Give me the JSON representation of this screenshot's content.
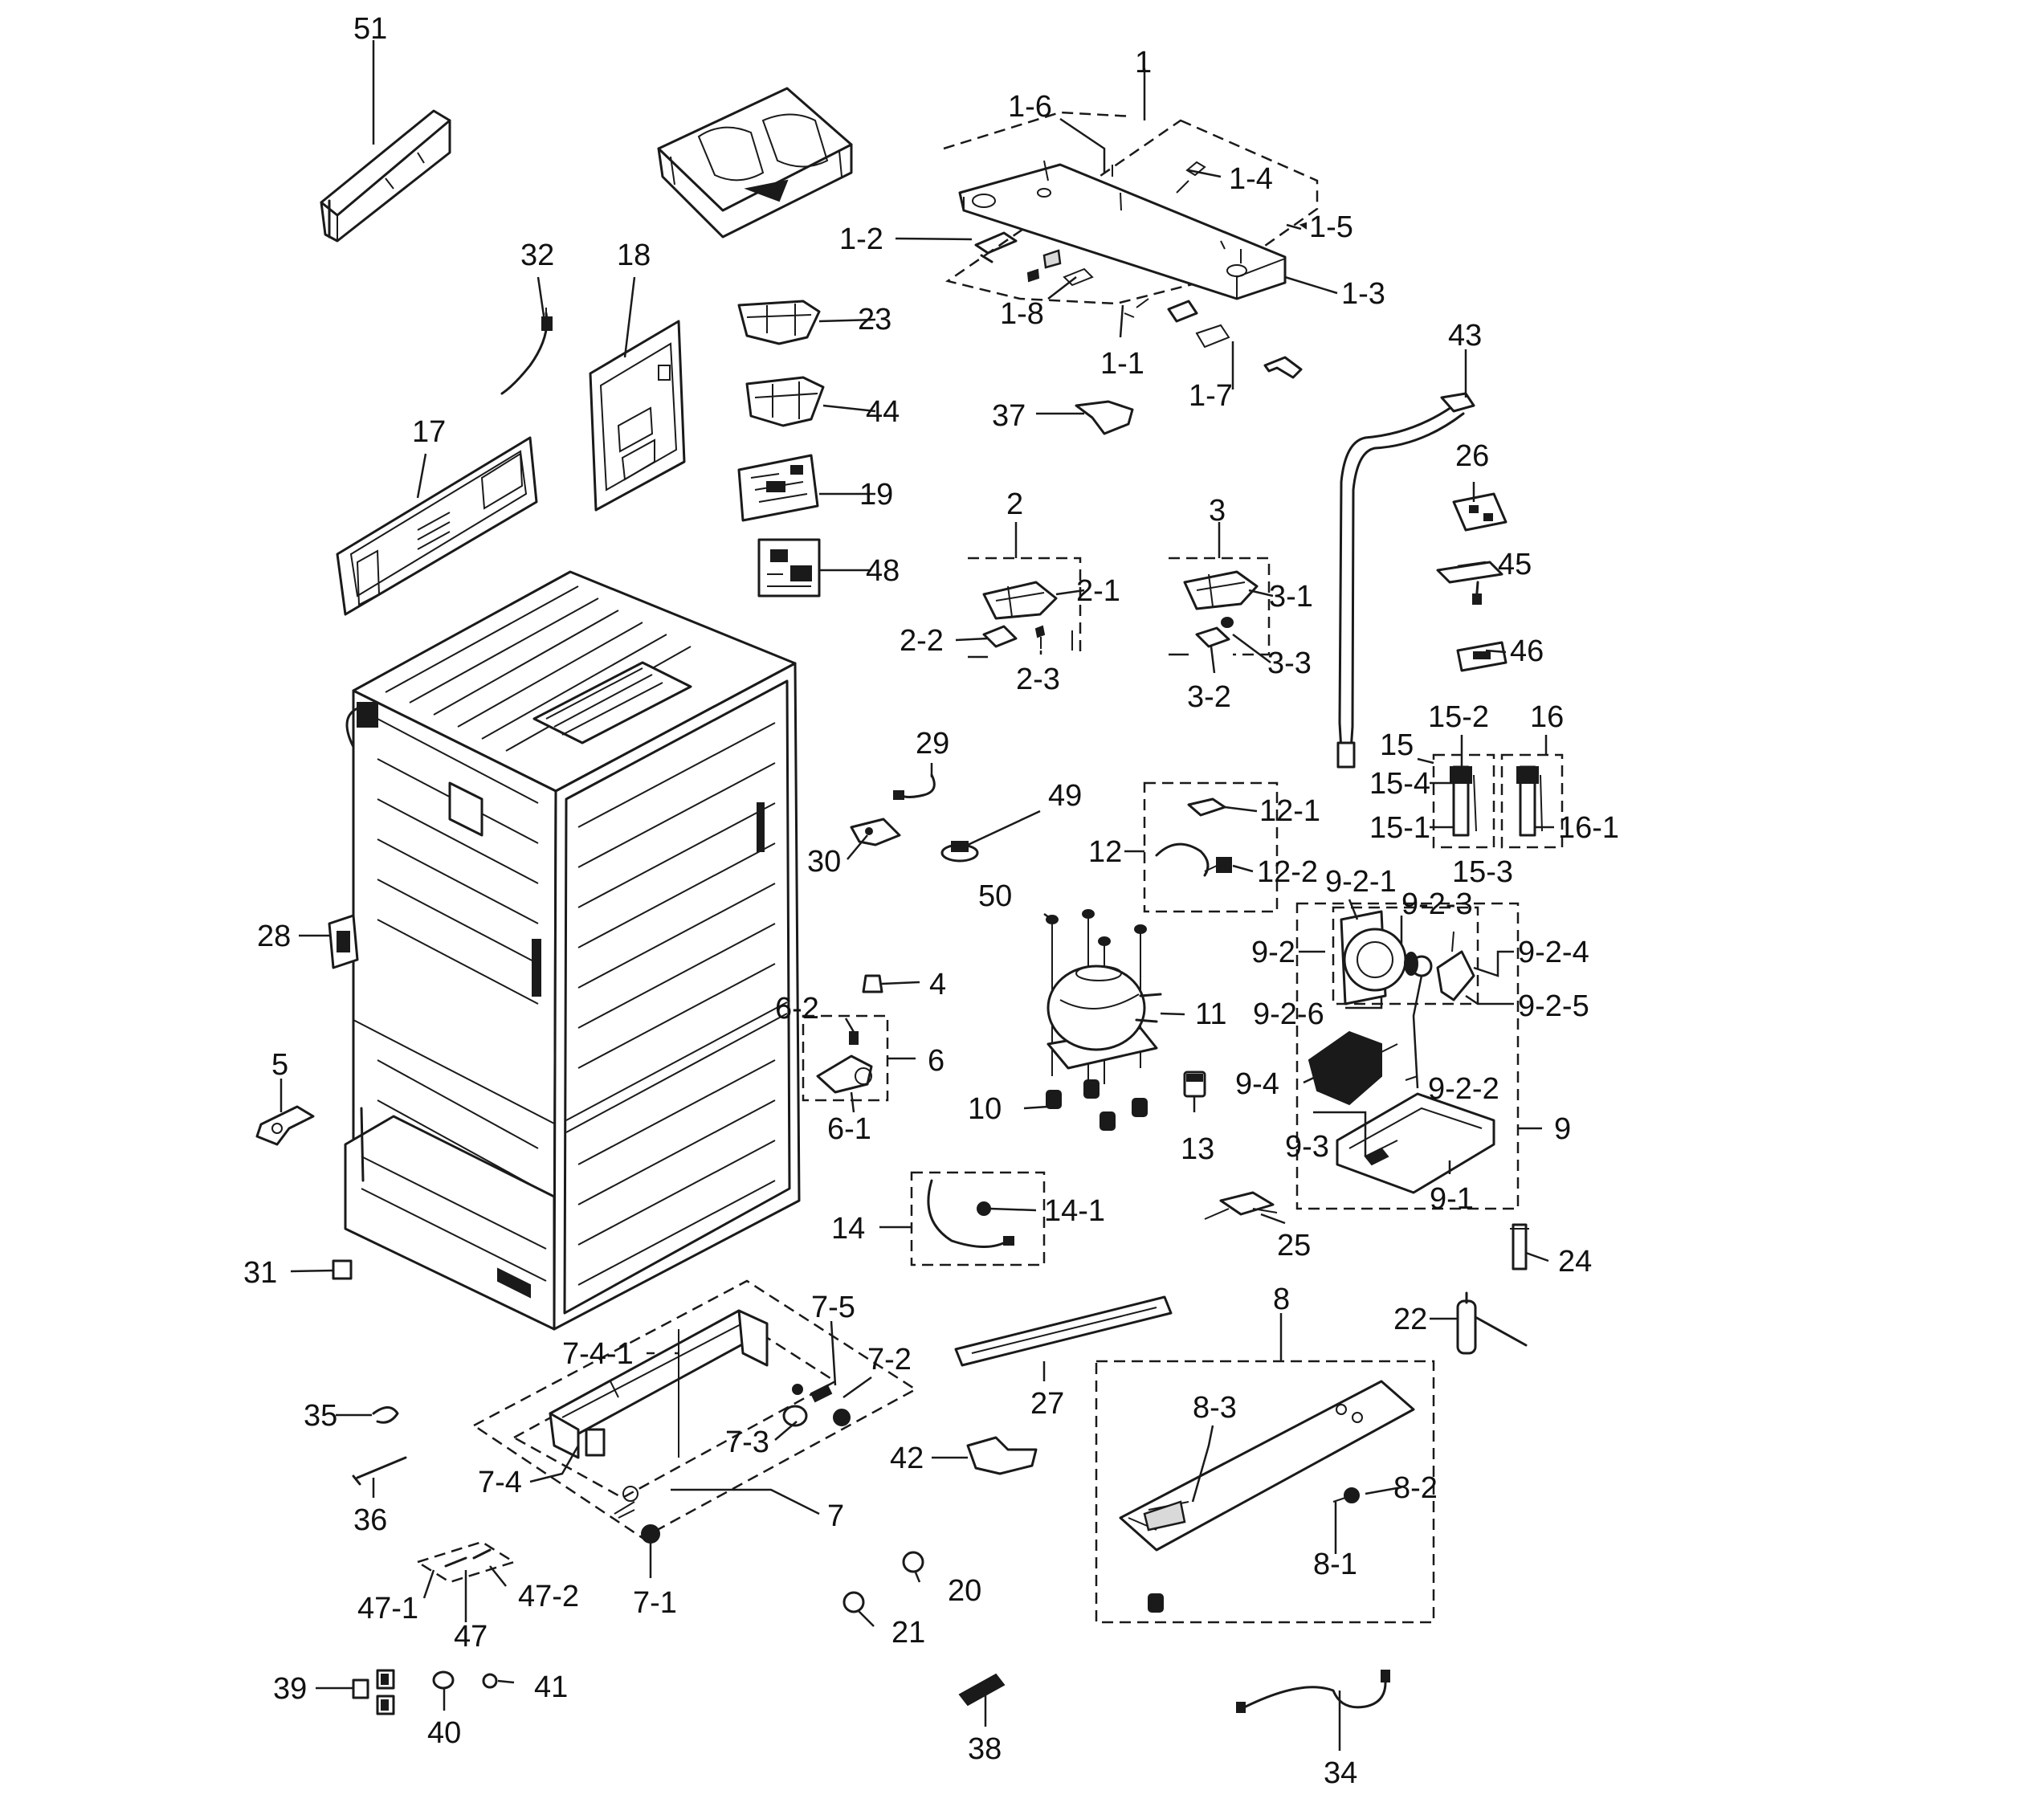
{
  "callouts": [
    {
      "id": "51",
      "text": "51"
    },
    {
      "id": "1",
      "text": "1"
    },
    {
      "id": "1-6",
      "text": "1-6"
    },
    {
      "id": "1-4",
      "text": "1-4"
    },
    {
      "id": "1-5",
      "text": "1-5"
    },
    {
      "id": "1-2",
      "text": "1-2"
    },
    {
      "id": "1-3",
      "text": "1-3"
    },
    {
      "id": "1-8",
      "text": "1-8"
    },
    {
      "id": "1-1",
      "text": "1-1"
    },
    {
      "id": "1-7",
      "text": "1-7"
    },
    {
      "id": "32",
      "text": "32"
    },
    {
      "id": "18",
      "text": "18"
    },
    {
      "id": "23",
      "text": "23"
    },
    {
      "id": "44",
      "text": "44"
    },
    {
      "id": "37",
      "text": "37"
    },
    {
      "id": "43",
      "text": "43"
    },
    {
      "id": "17",
      "text": "17"
    },
    {
      "id": "19",
      "text": "19"
    },
    {
      "id": "26",
      "text": "26"
    },
    {
      "id": "2",
      "text": "2"
    },
    {
      "id": "3",
      "text": "3"
    },
    {
      "id": "48",
      "text": "48"
    },
    {
      "id": "45",
      "text": "45"
    },
    {
      "id": "2-1",
      "text": "2-1"
    },
    {
      "id": "3-1",
      "text": "3-1"
    },
    {
      "id": "2-2",
      "text": "2-2"
    },
    {
      "id": "46",
      "text": "46"
    },
    {
      "id": "3-3",
      "text": "3-3"
    },
    {
      "id": "2-3",
      "text": "2-3"
    },
    {
      "id": "3-2",
      "text": "3-2"
    },
    {
      "id": "15-2",
      "text": "15-2"
    },
    {
      "id": "16",
      "text": "16"
    },
    {
      "id": "15",
      "text": "15"
    },
    {
      "id": "29",
      "text": "29"
    },
    {
      "id": "15-4",
      "text": "15-4"
    },
    {
      "id": "49",
      "text": "49"
    },
    {
      "id": "12-1",
      "text": "12-1"
    },
    {
      "id": "15-1",
      "text": "15-1"
    },
    {
      "id": "16-1",
      "text": "16-1"
    },
    {
      "id": "30",
      "text": "30"
    },
    {
      "id": "12",
      "text": "12"
    },
    {
      "id": "15-3",
      "text": "15-3"
    },
    {
      "id": "12-2",
      "text": "12-2"
    },
    {
      "id": "9-2-1",
      "text": "9-2-1"
    },
    {
      "id": "50",
      "text": "50"
    },
    {
      "id": "9-2-3",
      "text": "9-2-3"
    },
    {
      "id": "28",
      "text": "28"
    },
    {
      "id": "9-2",
      "text": "9-2"
    },
    {
      "id": "9-2-4",
      "text": "9-2-4"
    },
    {
      "id": "4",
      "text": "4"
    },
    {
      "id": "6-2",
      "text": "6-2"
    },
    {
      "id": "9-2-5",
      "text": "9-2-5"
    },
    {
      "id": "11",
      "text": "11"
    },
    {
      "id": "9-2-6",
      "text": "9-2-6"
    },
    {
      "id": "5",
      "text": "5"
    },
    {
      "id": "6",
      "text": "6"
    },
    {
      "id": "9-2-2",
      "text": "9-2-2"
    },
    {
      "id": "9-4",
      "text": "9-4"
    },
    {
      "id": "10",
      "text": "10"
    },
    {
      "id": "6-1",
      "text": "6-1"
    },
    {
      "id": "9",
      "text": "9"
    },
    {
      "id": "13",
      "text": "13"
    },
    {
      "id": "9-3",
      "text": "9-3"
    },
    {
      "id": "14-1",
      "text": "14-1"
    },
    {
      "id": "9-1",
      "text": "9-1"
    },
    {
      "id": "14",
      "text": "14"
    },
    {
      "id": "25",
      "text": "25"
    },
    {
      "id": "24",
      "text": "24"
    },
    {
      "id": "31",
      "text": "31"
    },
    {
      "id": "8",
      "text": "8"
    },
    {
      "id": "7-5",
      "text": "7-5"
    },
    {
      "id": "22",
      "text": "22"
    },
    {
      "id": "7-4-1",
      "text": "7-4-1"
    },
    {
      "id": "7-2",
      "text": "7-2"
    },
    {
      "id": "27",
      "text": "27"
    },
    {
      "id": "35",
      "text": "35"
    },
    {
      "id": "8-3",
      "text": "8-3"
    },
    {
      "id": "7-3",
      "text": "7-3"
    },
    {
      "id": "42",
      "text": "42"
    },
    {
      "id": "7-4",
      "text": "7-4"
    },
    {
      "id": "8-2",
      "text": "8-2"
    },
    {
      "id": "7",
      "text": "7"
    },
    {
      "id": "36",
      "text": "36"
    },
    {
      "id": "8-1",
      "text": "8-1"
    },
    {
      "id": "20",
      "text": "20"
    },
    {
      "id": "47-1",
      "text": "47-1"
    },
    {
      "id": "47-2",
      "text": "47-2"
    },
    {
      "id": "7-1",
      "text": "7-1"
    },
    {
      "id": "21",
      "text": "21"
    },
    {
      "id": "47",
      "text": "47"
    },
    {
      "id": "39",
      "text": "39"
    },
    {
      "id": "41",
      "text": "41"
    },
    {
      "id": "40",
      "text": "40"
    },
    {
      "id": "38",
      "text": "38"
    },
    {
      "id": "34",
      "text": "34"
    }
  ]
}
